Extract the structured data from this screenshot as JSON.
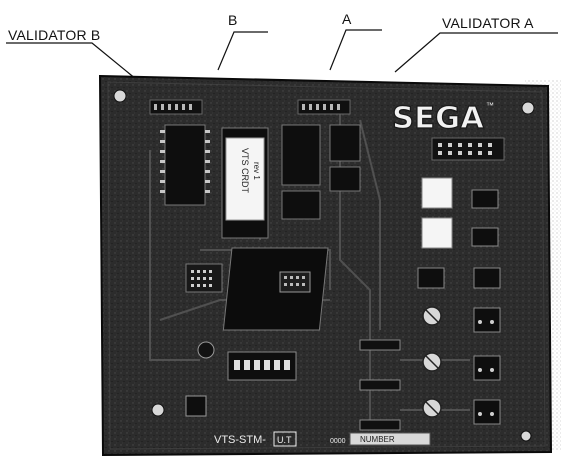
{
  "callouts": {
    "validator_b": "VALIDATOR B",
    "b": "B",
    "a": "A",
    "validator_a": "VALIDATOR A"
  },
  "board": {
    "logo": "SEGA",
    "eprom_label": "VTS CRDT",
    "eprom_sub": "rev 1",
    "part_prefix": "VTS-STM-",
    "part_suffix": "U.T",
    "serial_prefix": "0000",
    "serial": "NUMBER"
  },
  "colors": {
    "board": "#2b2b2b",
    "board_dark": "#161616",
    "chip": "#0e0e0e",
    "label_white": "#f5f5f5",
    "ink": "#111111"
  }
}
